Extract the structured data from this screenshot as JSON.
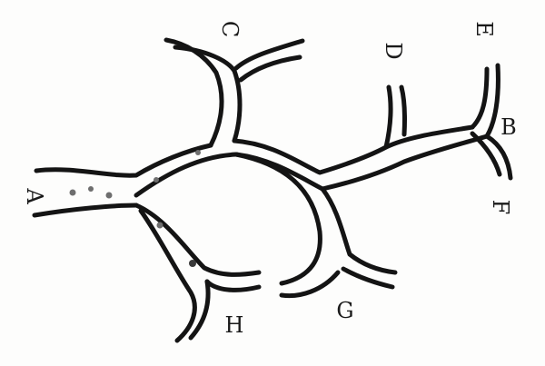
{
  "labels": {
    "a": "A",
    "b": "B",
    "c": "C",
    "d": "D",
    "e": "E",
    "f": "F",
    "g": "G",
    "h": "H"
  },
  "colors": {
    "ink": "#141414",
    "paper": "#fdfdfc"
  }
}
